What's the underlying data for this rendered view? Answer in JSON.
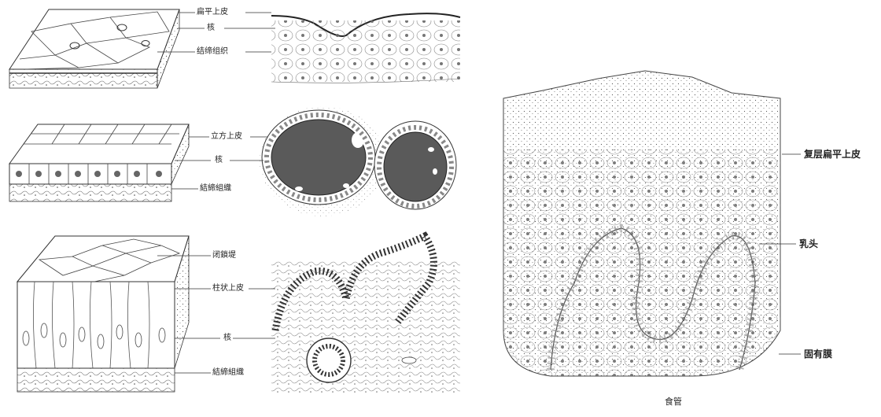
{
  "panels": {
    "squamous": {
      "labels": {
        "epithelium": "扁平上皮",
        "nucleus": "核",
        "connective": "结缔组织"
      }
    },
    "cuboidal": {
      "labels": {
        "epithelium": "立方上皮",
        "nucleus": "核",
        "connective": "結締組織"
      }
    },
    "columnar": {
      "labels": {
        "terminal_bar": "闭鎖堤",
        "epithelium": "柱状上皮",
        "nucleus": "核",
        "connective": "結締組織"
      }
    },
    "esophagus": {
      "labels": {
        "stratified": "复层扁平上皮",
        "papilla": "乳头",
        "lamina": "固有膜"
      },
      "caption": "食管"
    }
  },
  "colors": {
    "ink": "#2a2a2a",
    "dark_fill": "#5a5a5a",
    "paper": "#ffffff"
  }
}
